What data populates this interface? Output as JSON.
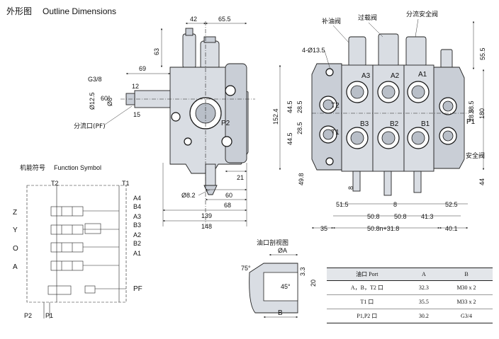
{
  "header": {
    "title_cn": "外形图",
    "title_en": "Outline Dimensions"
  },
  "symbol": {
    "title_cn": "机能符号",
    "title_en": "Function Symbol",
    "rows": [
      "Z",
      "Y",
      "O",
      "A"
    ],
    "top_ports": [
      "T2",
      "T1"
    ],
    "side_ports": [
      "A4",
      "B4",
      "A3",
      "B3",
      "A2",
      "B2",
      "A1"
    ],
    "pf": "PF",
    "bottom_ports": [
      "P2",
      "P1"
    ]
  },
  "left_view": {
    "labels": {
      "g38": "G3/8",
      "phi125": "Ø12.5",
      "phi8": "Ø8",
      "angle": "60°",
      "pf": "分流口(PF)",
      "p2": "P2",
      "phi82": "Ø8.2"
    },
    "dims": [
      "42",
      "65.5",
      "63",
      "69",
      "12",
      "15",
      "21",
      "60",
      "68",
      "139",
      "148"
    ]
  },
  "front_view": {
    "callouts": {
      "make_up": "补油阀",
      "overload": "过载阀",
      "flow_safety": "分流安全阀",
      "safety": "安全阀",
      "holes": "4-Ø13.5"
    },
    "ports": {
      "a3": "A3",
      "a2": "A2",
      "a1": "A1",
      "b3": "B3",
      "b2": "B2",
      "b1": "B1",
      "t2": "T2",
      "t1": "T1",
      "p1": "P1"
    },
    "dims_left": [
      "44.5",
      "152.4",
      "44.5",
      "28.5",
      "28.5",
      "49.8",
      "8"
    ],
    "dims_right": [
      "55.5",
      "28.5",
      "28.5",
      "180",
      "44"
    ],
    "dims_bottom": [
      "51.5",
      "8",
      "50.8",
      "50.8",
      "41.3",
      "52.5",
      "35",
      "50.8n+31.8",
      "40.1"
    ]
  },
  "section": {
    "title": "油口剖视图",
    "phia": "ØA",
    "angle75": "75°",
    "angle45": "45°",
    "d33": "3.3",
    "d20": "20",
    "b": "B"
  },
  "port_table": {
    "headers": [
      "油口 Port",
      "A",
      "B"
    ],
    "rows": [
      [
        "A，B，T2 口",
        "32.3",
        "M30 x 2"
      ],
      [
        "T1 口",
        "35.5",
        "M33 x 2"
      ],
      [
        "P1,P2 口",
        "30.2",
        "G3/4"
      ]
    ]
  }
}
